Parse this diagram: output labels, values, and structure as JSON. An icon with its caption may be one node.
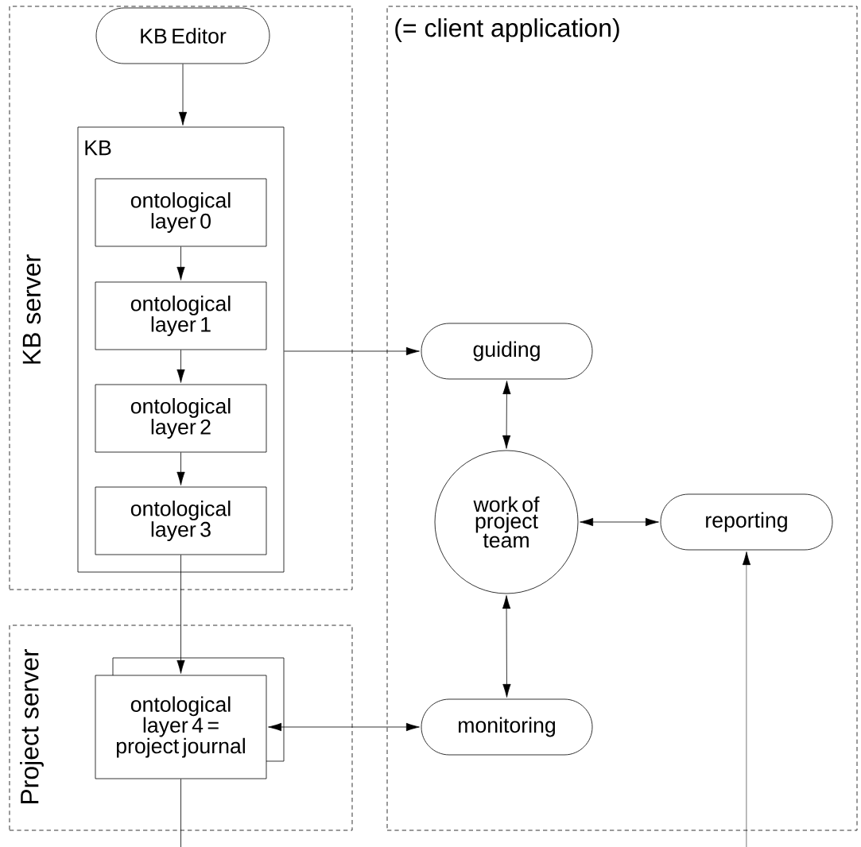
{
  "diagram": {
    "nodes": [
      {
        "text": [
          "KB server"
        ]
      },
      {
        "text": [
          "KB Editor"
        ],
        "in": 0
      },
      {
        "text": [
          "KB"
        ],
        "in": 0
      },
      {
        "text": [
          "ontological layer 0"
        ],
        "in": 2
      },
      {
        "text": [
          "ontological layer 1"
        ],
        "in": 2
      },
      {
        "text": [
          "ontological layer 2"
        ],
        "in": 2
      },
      {
        "text": [
          "ontological layer 3"
        ],
        "in": 2
      },
      {
        "text": [
          "Project server"
        ]
      },
      {
        "text": [
          "ontological layer 4 = project journal"
        ],
        "in": 7
      },
      {
        "text": [
          "(= client application)"
        ]
      },
      {
        "text": [
          "guiding"
        ],
        "in": 9
      },
      {
        "text": [
          "work of project team"
        ],
        "in": 9
      },
      {
        "text": [
          "reporting"
        ],
        "in": 9
      },
      {
        "text": [
          "monitoring"
        ],
        "in": 9
      },
      {
        "text": [],
        "shape": "box",
        "in": 7
      }
    ],
    "edges": [
      {
        "from": 1,
        "to": 2,
        "arrow": "to"
      },
      {
        "from": 3,
        "to": 4,
        "arrow": "to"
      },
      {
        "from": 4,
        "to": 5,
        "arrow": "to"
      },
      {
        "from": 5,
        "to": 6,
        "arrow": "to"
      },
      {
        "from": 2,
        "to": 10,
        "arrow": "to"
      },
      {
        "from": 10,
        "to": 11,
        "arrow": "both"
      },
      {
        "from": 11,
        "to": 12,
        "arrow": "both"
      },
      {
        "from": 11,
        "to": 13,
        "arrow": "both"
      },
      {
        "from": 8,
        "to": 13,
        "arrow": "both"
      },
      {
        "from": 6,
        "to": 8,
        "arrow": "to"
      },
      {
        "from": 8,
        "to": null,
        "arrow": "none"
      },
      {
        "from": null,
        "to": 12,
        "arrow": "to"
      }
    ]
  }
}
